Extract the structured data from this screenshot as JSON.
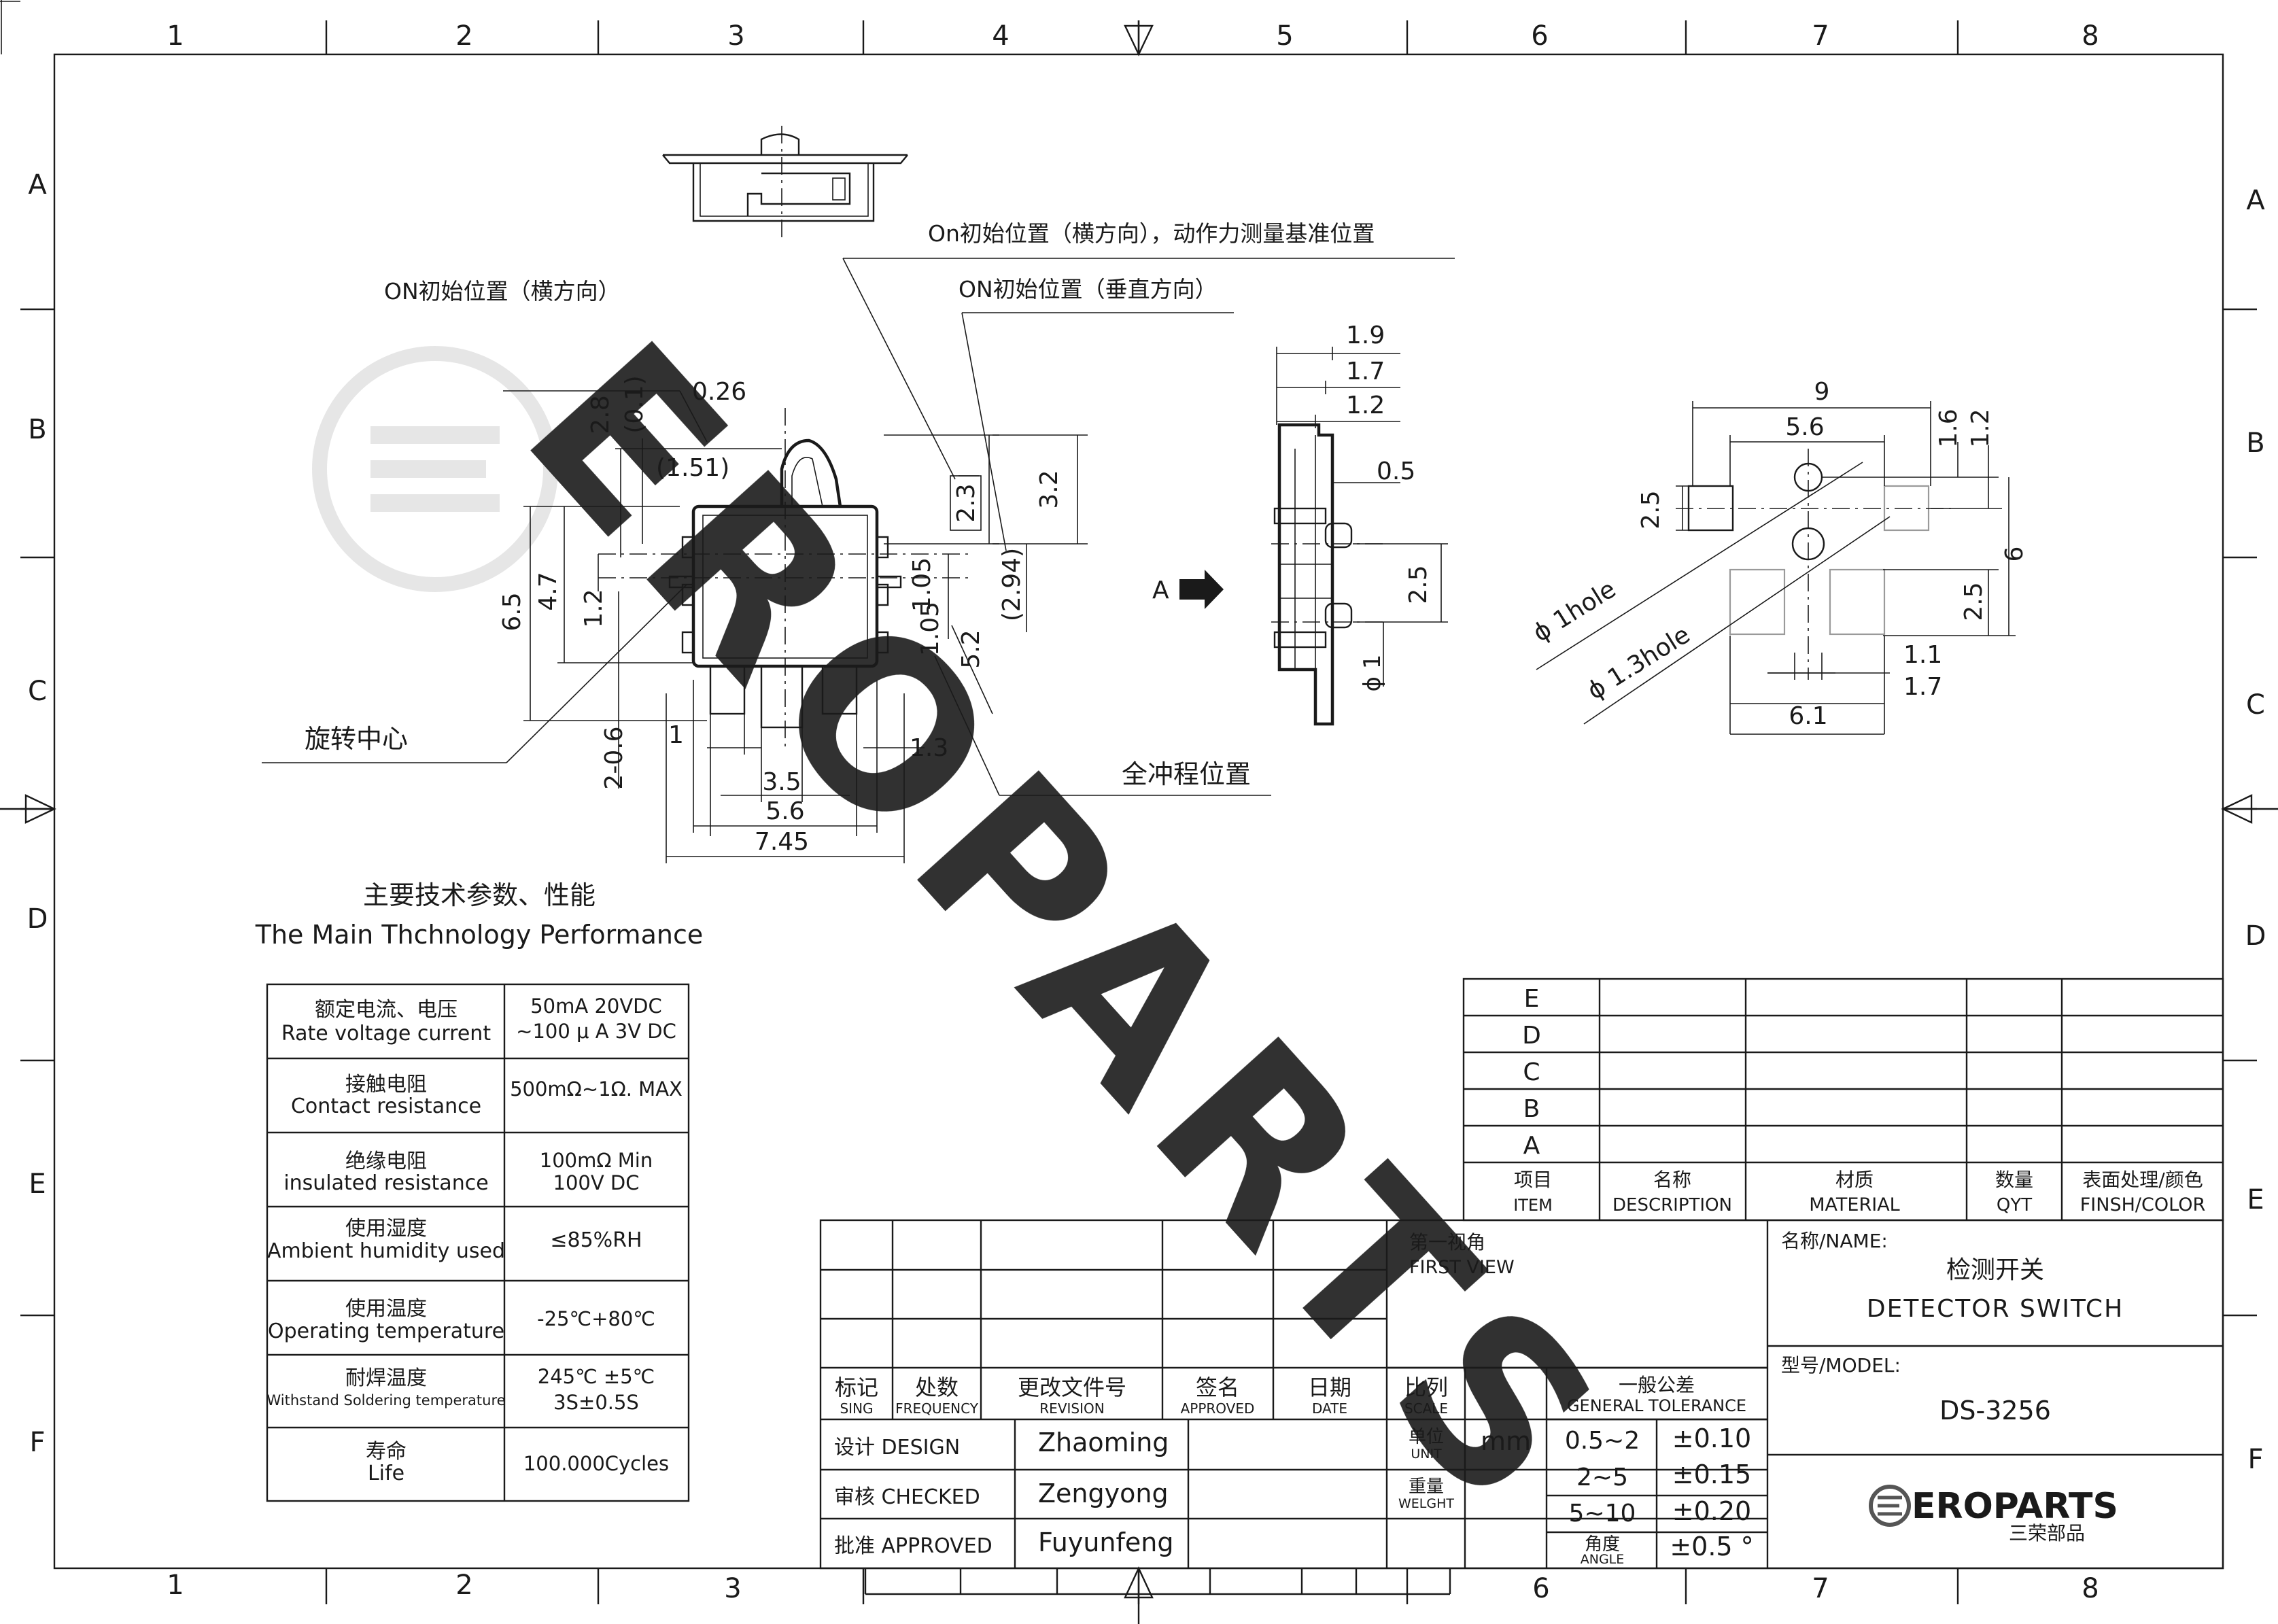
{
  "frame": {
    "columns": [
      "1",
      "2",
      "3",
      "4",
      "5",
      "6",
      "7",
      "8"
    ],
    "rows": [
      "A",
      "B",
      "C",
      "D",
      "E",
      "F"
    ]
  },
  "watermark": {
    "text": "EROPARTS"
  },
  "top_view": {
    "arrow_label": "A"
  },
  "callouts": {
    "on_initial_horizontal": "ON初始位置（横方向）",
    "on_initial_horizontal_force": "On初始位置（横方向），动作力测量基准位置",
    "on_initial_vertical": "ON初始位置（垂直方向）",
    "rotation_center": "旋转中心",
    "full_stroke": "全冲程位置"
  },
  "dimensions": {
    "front": {
      "d_026": "0.26",
      "d_28": "2.8",
      "d_01": "(0.1)",
      "d_151": "(1.51)",
      "d_23": "2.3",
      "d_32": "3.2",
      "d_65": "6.5",
      "d_47": "4.7",
      "d_12": "1.2",
      "d_105": "1.05",
      "d_294": "(2.94)",
      "d_52": "5.2",
      "d_206": "2-0.6",
      "d_1": "1",
      "d_13": "1.3",
      "d_35": "3.5",
      "d_56": "5.6",
      "d_745": "7.45"
    },
    "side": {
      "d_19": "1.9",
      "d_17": "1.7",
      "d_12": "1.2",
      "d_05": "0.5",
      "d_25": "2.5",
      "d_phi1": "ϕ 1"
    },
    "pcb": {
      "d_9": "9",
      "d_56": "5.6",
      "d_16": "1.6",
      "d_12": "1.2",
      "d_25a": "2.5",
      "d_6": "6",
      "d_25b": "2.5",
      "d_11": "1.1",
      "d_17": "1.7",
      "d_61": "6.1",
      "hole1": "ϕ 1hole",
      "hole2": "ϕ 1.3hole"
    }
  },
  "specs": {
    "title_cn": "主要技术参数、性能",
    "title_en": "The Main Thchnology Performance",
    "rows": [
      {
        "cn": "额定电流、电压",
        "en": "Rate voltage current",
        "v1": "50mA   20VDC",
        "v2": "~100 μ A 3V DC"
      },
      {
        "cn": "接触电阻",
        "en": "Contact resistance",
        "v1": "500mΩ~1Ω. MAX",
        "v2": ""
      },
      {
        "cn": "绝缘电阻",
        "en": "insulated resistance",
        "v1": "100mΩ  Min",
        "v2": "100V DC"
      },
      {
        "cn": "使用湿度",
        "en": "Ambient humidity used",
        "v1": "≤85%RH",
        "v2": ""
      },
      {
        "cn": "使用温度",
        "en": "Operating temperature",
        "v1": "-25℃+80℃",
        "v2": ""
      },
      {
        "cn": "耐焊温度",
        "en": "Withstand Soldering temperature",
        "v1": "245℃ ±5℃",
        "v2": "3S±0.5S"
      },
      {
        "cn": "寿命",
        "en": "Life",
        "v1": "100.000Cycles",
        "v2": ""
      }
    ]
  },
  "bom": {
    "rows": [
      "E",
      "D",
      "C",
      "B",
      "A"
    ],
    "headers": [
      {
        "cn": "项目",
        "en": "ITEM"
      },
      {
        "cn": "名称",
        "en": "DESCRIPTION"
      },
      {
        "cn": "材质",
        "en": "MATERIAL"
      },
      {
        "cn": "数量",
        "en": "QYT"
      },
      {
        "cn": "表面处理/颜色",
        "en": "FINSH/COLOR"
      }
    ]
  },
  "title_block": {
    "revision_headers": [
      {
        "cn": "标记",
        "en": "SING"
      },
      {
        "cn": "处数",
        "en": "FREQUENCY"
      },
      {
        "cn": "更改文件号",
        "en": "REVISION"
      },
      {
        "cn": "签名",
        "en": "APPROVED"
      },
      {
        "cn": "日期",
        "en": "DATE"
      }
    ],
    "design_label": "设计 DESIGN",
    "design_name": "Zhaoming",
    "checked_label": "审核 CHECKED",
    "checked_name": "Zengyong",
    "approved_label": "批准 APPROVED",
    "approved_name": "Fuyunfeng",
    "view_cn": "第一视角",
    "view_en": "FIRST VIEW",
    "scale_cn": "比列",
    "scale_en": "SCALE",
    "unit_cn": "单位",
    "unit_en": "UNIT",
    "unit_value": "mm",
    "weight_cn": "重量",
    "weight_en": "WELGHT",
    "tol_cn": "一般公差",
    "tol_en": "GENERAL TOLERANCE",
    "tolerances": [
      {
        "range": "0.5~2",
        "tol": "±0.10"
      },
      {
        "range": "2~5",
        "tol": "±0.15"
      },
      {
        "range": "5~10",
        "tol": "±0.20"
      }
    ],
    "angle_cn": "角度",
    "angle_en": "ANGLE",
    "angle_tol": "±0.5 °",
    "name_label": "名称/NAME:",
    "name_cn": "检测开关",
    "name_en": "DETECTOR  SWITCH",
    "model_label": "型号/MODEL:",
    "model_value": "DS-3256",
    "logo_text": "EROPARTS",
    "logo_cn": "三荣部品"
  }
}
